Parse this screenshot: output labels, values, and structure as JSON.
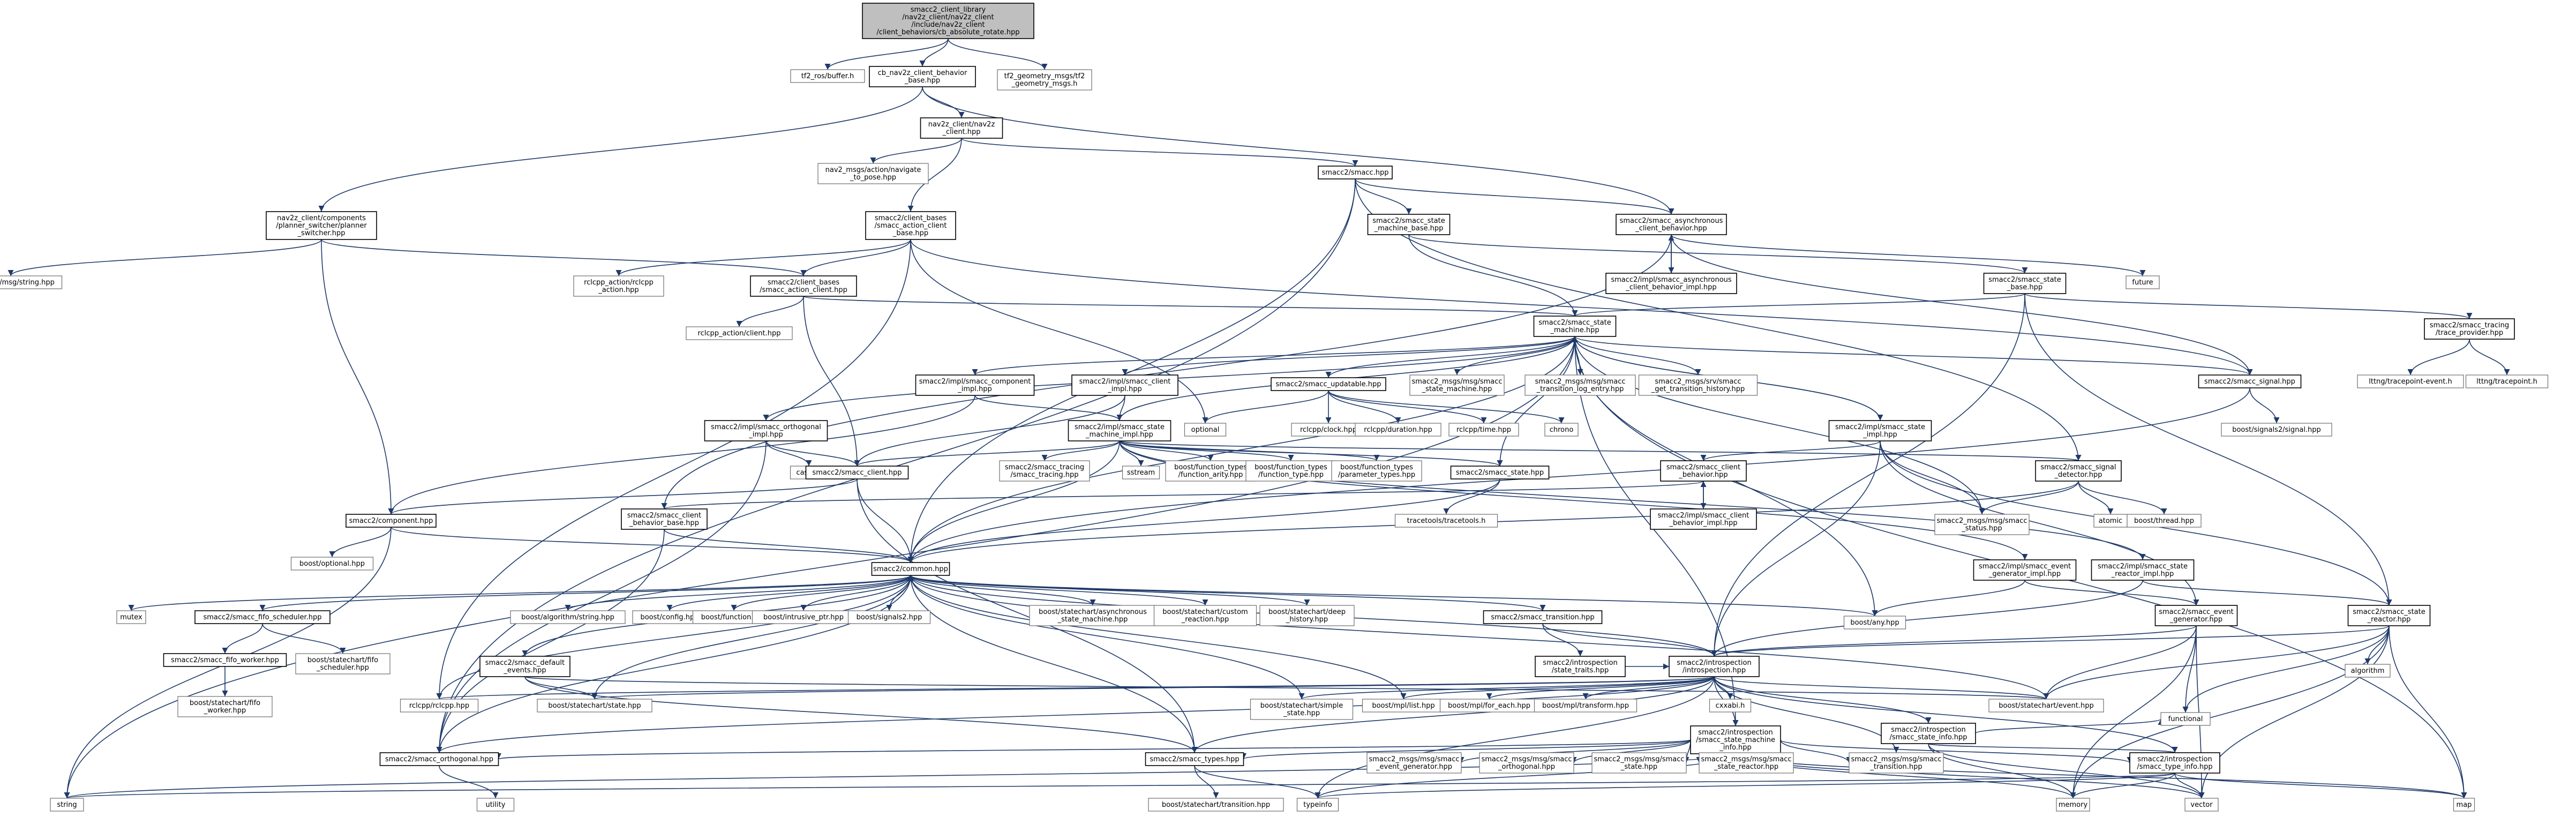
{
  "graph": {
    "root": "smacc2_client_library/nav2z_client/nav2z_client/include/nav2z_client/client_behaviors/cb_absolute_rotate.hpp",
    "nodes": [
      {
        "id": "root",
        "lines": [
          "smacc2_client_library",
          "/nav2z_client/nav2z_client",
          "/include/nav2z_client",
          "/client_behaviors/cb_absolute_rotate.hpp"
        ]
      },
      {
        "id": "tf2_buffer",
        "lines": [
          "tf2_ros/buffer.h"
        ]
      },
      {
        "id": "cb_base",
        "lines": [
          "cb_nav2z_client_behavior",
          "_base.hpp"
        ]
      },
      {
        "id": "tf2_geom",
        "lines": [
          "tf2_geometry_msgs/tf2",
          "_geometry_msgs.h"
        ]
      },
      {
        "id": "nav2z_client",
        "lines": [
          "nav2z_client/nav2z",
          "_client.hpp"
        ]
      },
      {
        "id": "nav2_action",
        "lines": [
          "nav2_msgs/action/navigate",
          "_to_pose.hpp"
        ]
      },
      {
        "id": "smacc_hpp",
        "lines": [
          "smacc2/smacc.hpp"
        ]
      },
      {
        "id": "planner_switcher",
        "lines": [
          "nav2z_client/components",
          "/planner_switcher/planner",
          "_switcher.hpp"
        ]
      },
      {
        "id": "client_bases_base",
        "lines": [
          "smacc2/client_bases",
          "/smacc_action_client",
          "_base.hpp"
        ]
      },
      {
        "id": "sm_base",
        "lines": [
          "smacc2/smacc_state",
          "_machine_base.hpp"
        ]
      },
      {
        "id": "async_cb",
        "lines": [
          "smacc2/smacc_asynchronous",
          "_client_behavior.hpp"
        ]
      },
      {
        "id": "std_string",
        "lines": [
          "std_msgs/msg/string.hpp"
        ]
      },
      {
        "id": "rclcpp_action_hpp",
        "lines": [
          "rclcpp_action/rclcpp",
          "_action.hpp"
        ]
      },
      {
        "id": "action_client",
        "lines": [
          "smacc2/client_bases",
          "/smacc_action_client.hpp"
        ]
      },
      {
        "id": "async_impl",
        "lines": [
          "smacc2/impl/smacc_asynchronous",
          "_client_behavior_impl.hpp"
        ]
      },
      {
        "id": "future",
        "lines": [
          "future"
        ]
      },
      {
        "id": "state_base",
        "lines": [
          "smacc2/smacc_state",
          "_base.hpp"
        ]
      },
      {
        "id": "rclcpp_action_client",
        "lines": [
          "rclcpp_action/client.hpp"
        ]
      },
      {
        "id": "state_machine",
        "lines": [
          "smacc2/smacc_state",
          "_machine.hpp"
        ]
      },
      {
        "id": "tracing",
        "lines": [
          "smacc2/smacc_tracing",
          "/trace_provider.hpp"
        ]
      },
      {
        "id": "lttng_event",
        "lines": [
          "lttng/tracepoint-event.h"
        ]
      },
      {
        "id": "lttng_tp",
        "lines": [
          "lttng/tracepoint.h"
        ]
      },
      {
        "id": "component_impl",
        "lines": [
          "smacc2/impl/smacc_component",
          "_impl.hpp"
        ]
      },
      {
        "id": "client_impl",
        "lines": [
          "smacc2/impl/smacc_client",
          "_impl.hpp"
        ]
      },
      {
        "id": "updatable",
        "lines": [
          "smacc2/smacc_updatable.hpp"
        ]
      },
      {
        "id": "sm_msg",
        "lines": [
          "smacc2_msgs/msg/smacc",
          "_state_machine.hpp"
        ]
      },
      {
        "id": "transition_log",
        "lines": [
          "smacc2_msgs/msg/smacc",
          "_transition_log_entry.hpp"
        ]
      },
      {
        "id": "get_history",
        "lines": [
          "smacc2_msgs/srv/smacc",
          "_get_transition_history.hpp"
        ]
      },
      {
        "id": "signal",
        "lines": [
          "smacc2/smacc_signal.hpp"
        ]
      },
      {
        "id": "boost_signals2_signal",
        "lines": [
          "boost/signals2/signal.hpp"
        ]
      },
      {
        "id": "orthogonal_impl",
        "lines": [
          "smacc2/impl/smacc_orthogonal",
          "_impl.hpp"
        ]
      },
      {
        "id": "sm_impl",
        "lines": [
          "smacc2/impl/smacc_state",
          "_machine_impl.hpp"
        ]
      },
      {
        "id": "optional",
        "lines": [
          "optional"
        ]
      },
      {
        "id": "rclcpp_clock",
        "lines": [
          "rclcpp/clock.hpp"
        ]
      },
      {
        "id": "rclcpp_duration",
        "lines": [
          "rclcpp/duration.hpp"
        ]
      },
      {
        "id": "rclcpp_time",
        "lines": [
          "rclcpp/time.hpp"
        ]
      },
      {
        "id": "chrono",
        "lines": [
          "chrono"
        ]
      },
      {
        "id": "state_impl",
        "lines": [
          "smacc2/impl/smacc_state",
          "_impl.hpp"
        ]
      },
      {
        "id": "cassert",
        "lines": [
          "cassert"
        ]
      },
      {
        "id": "smacc_client",
        "lines": [
          "smacc2/smacc_client.hpp"
        ]
      },
      {
        "id": "tracing_tracing",
        "lines": [
          "smacc2/smacc_tracing",
          "/smacc_tracing.hpp"
        ]
      },
      {
        "id": "sstream",
        "lines": [
          "sstream"
        ]
      },
      {
        "id": "function_types_any",
        "lines": [
          "boost/function_types",
          "/function_arity.hpp"
        ]
      },
      {
        "id": "function_types_type",
        "lines": [
          "boost/function_types",
          "/function_type.hpp"
        ]
      },
      {
        "id": "function_types_param",
        "lines": [
          "boost/function_types",
          "/parameter_types.hpp"
        ]
      },
      {
        "id": "smacc_state",
        "lines": [
          "smacc2/smacc_state.hpp"
        ]
      },
      {
        "id": "client_behavior",
        "lines": [
          "smacc2/smacc_client",
          "_behavior.hpp"
        ]
      },
      {
        "id": "signal_detector",
        "lines": [
          "smacc2/smacc_signal",
          "_detector.hpp"
        ]
      },
      {
        "id": "component",
        "lines": [
          "smacc2/component.hpp"
        ]
      },
      {
        "id": "client_behavior_base",
        "lines": [
          "smacc2/smacc_client",
          "_behavior_base.hpp"
        ]
      },
      {
        "id": "tracetools",
        "lines": [
          "tracetools/tracetools.h"
        ]
      },
      {
        "id": "client_behavior_impl",
        "lines": [
          "smacc2/impl/smacc_client",
          "_behavior_impl.hpp"
        ]
      },
      {
        "id": "status_msg",
        "lines": [
          "smacc2_msgs/msg/smacc",
          "_status.hpp"
        ]
      },
      {
        "id": "atomic",
        "lines": [
          "atomic"
        ]
      },
      {
        "id": "boost_thread",
        "lines": [
          "boost/thread.hpp"
        ]
      },
      {
        "id": "boost_optional",
        "lines": [
          "boost/optional.hpp"
        ]
      },
      {
        "id": "common",
        "lines": [
          "smacc2/common.hpp"
        ]
      },
      {
        "id": "event_gen_impl",
        "lines": [
          "smacc2/impl/smacc_event",
          "_generator_impl.hpp"
        ]
      },
      {
        "id": "reactor_impl",
        "lines": [
          "smacc2/impl/smacc_state",
          "_reactor_impl.hpp"
        ]
      },
      {
        "id": "mutex",
        "lines": [
          "mutex"
        ]
      },
      {
        "id": "fifo_scheduler",
        "lines": [
          "smacc2/smacc_fifo_scheduler.hpp"
        ]
      },
      {
        "id": "algorithm_string",
        "lines": [
          "boost/algorithm/string.hpp"
        ]
      },
      {
        "id": "boost_config",
        "lines": [
          "boost/config.hpp"
        ]
      },
      {
        "id": "boost_function",
        "lines": [
          "boost/function.hpp"
        ]
      },
      {
        "id": "intrusive_ptr",
        "lines": [
          "boost/intrusive_ptr.hpp"
        ]
      },
      {
        "id": "boost_signals2",
        "lines": [
          "boost/signals2.hpp"
        ]
      },
      {
        "id": "async_sm",
        "lines": [
          "boost/statechart/asynchronous",
          "_state_machine.hpp"
        ]
      },
      {
        "id": "custom_reaction",
        "lines": [
          "boost/statechart/custom",
          "_reaction.hpp"
        ]
      },
      {
        "id": "deep_history",
        "lines": [
          "boost/statechart/deep",
          "_history.hpp"
        ]
      },
      {
        "id": "smacc_transition",
        "lines": [
          "smacc2/smacc_transition.hpp"
        ]
      },
      {
        "id": "boost_any",
        "lines": [
          "boost/any.hpp"
        ]
      },
      {
        "id": "event_generator",
        "lines": [
          "smacc2/smacc_event",
          "_generator.hpp"
        ]
      },
      {
        "id": "state_reactor",
        "lines": [
          "smacc2/smacc_state",
          "_reactor.hpp"
        ]
      },
      {
        "id": "fifo_worker",
        "lines": [
          "smacc2/smacc_fifo_worker.hpp"
        ]
      },
      {
        "id": "fifo_sched_sc",
        "lines": [
          "boost/statechart/fifo",
          "_scheduler.hpp"
        ]
      },
      {
        "id": "default_events",
        "lines": [
          "smacc2/smacc_default",
          "_events.hpp"
        ]
      },
      {
        "id": "state_traits",
        "lines": [
          "smacc2/introspection",
          "/state_traits.hpp"
        ]
      },
      {
        "id": "introspection",
        "lines": [
          "smacc2/introspection",
          "/introspection.hpp"
        ]
      },
      {
        "id": "algorithm",
        "lines": [
          "algorithm"
        ]
      },
      {
        "id": "fifo_worker_sc",
        "lines": [
          "boost/statechart/fifo",
          "_worker.hpp"
        ]
      },
      {
        "id": "rclcpp",
        "lines": [
          "rclcpp/rclcpp.hpp"
        ]
      },
      {
        "id": "sc_state",
        "lines": [
          "boost/statechart/state.hpp"
        ]
      },
      {
        "id": "simple_state",
        "lines": [
          "boost/statechart/simple",
          "_state.hpp"
        ]
      },
      {
        "id": "mpl_list",
        "lines": [
          "boost/mpl/list.hpp"
        ]
      },
      {
        "id": "mpl_for_each",
        "lines": [
          "boost/mpl/for_each.hpp"
        ]
      },
      {
        "id": "mpl_transform",
        "lines": [
          "boost/mpl/transform.hpp"
        ]
      },
      {
        "id": "cxxabi",
        "lines": [
          "cxxabi.h"
        ]
      },
      {
        "id": "sc_event",
        "lines": [
          "boost/statechart/event.hpp"
        ]
      },
      {
        "id": "sm_info",
        "lines": [
          "smacc2/introspection",
          "/smacc_state_machine",
          "_info.hpp"
        ]
      },
      {
        "id": "state_info",
        "lines": [
          "smacc2/introspection",
          "/smacc_state_info.hpp"
        ]
      },
      {
        "id": "smacc_orthogonal",
        "lines": [
          "smacc2/smacc_orthogonal.hpp"
        ]
      },
      {
        "id": "smacc_types",
        "lines": [
          "smacc2/smacc_types.hpp"
        ]
      },
      {
        "id": "msg_event_gen",
        "lines": [
          "smacc2_msgs/msg/smacc",
          "_event_generator.hpp"
        ]
      },
      {
        "id": "msg_orthogonal",
        "lines": [
          "smacc2_msgs/msg/smacc",
          "_orthogonal.hpp"
        ]
      },
      {
        "id": "msg_state",
        "lines": [
          "smacc2_msgs/msg/smacc",
          "_state.hpp"
        ]
      },
      {
        "id": "msg_state_reactor",
        "lines": [
          "smacc2_msgs/msg/smacc",
          "_state_reactor.hpp"
        ]
      },
      {
        "id": "msg_transition",
        "lines": [
          "smacc2_msgs/msg/smacc",
          "_transition.hpp"
        ]
      },
      {
        "id": "type_info",
        "lines": [
          "smacc2/introspection",
          "/smacc_type_info.hpp"
        ]
      },
      {
        "id": "functional",
        "lines": [
          "functional"
        ]
      },
      {
        "id": "string",
        "lines": [
          "string"
        ]
      },
      {
        "id": "utility",
        "lines": [
          "utility"
        ]
      },
      {
        "id": "sc_transition",
        "lines": [
          "boost/statechart/transition.hpp"
        ]
      },
      {
        "id": "typeinfo",
        "lines": [
          "typeinfo"
        ]
      },
      {
        "id": "memory",
        "lines": [
          "memory"
        ]
      },
      {
        "id": "vector",
        "lines": [
          "vector"
        ]
      },
      {
        "id": "map",
        "lines": [
          "map"
        ]
      }
    ]
  }
}
